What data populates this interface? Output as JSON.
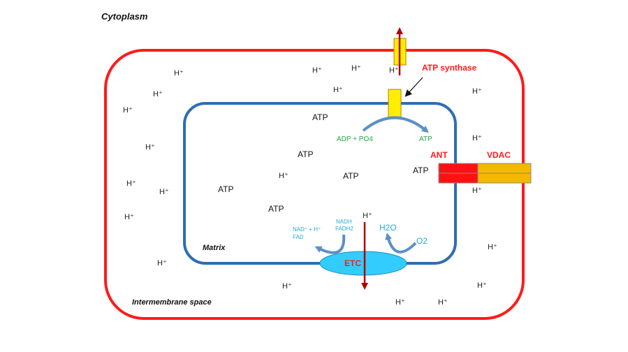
{
  "compartments": {
    "cytoplasm": "Cytoplasm",
    "intermembrane_space": "Intermembrane space",
    "matrix": "Matrix"
  },
  "proteins": {
    "atp_synthase": "ATP synthase",
    "ant": "ANT",
    "vdac": "VDAC",
    "etc": "ETC"
  },
  "reactions": {
    "adp_po4": "ADP + PO4",
    "atp_product": "ATP",
    "nadh": "NADH",
    "fadh2": "FADH2",
    "nad_h": "NAD⁺ + H⁺",
    "fad": "FAD",
    "o2": "O2",
    "h2o": "H2O"
  },
  "atp_labels": [
    "ATP",
    "ATP",
    "ATP",
    "ATP",
    "ATP",
    "ATP"
  ],
  "h_plus": "H⁺",
  "colors": {
    "outer_membrane": "#ff1a1a",
    "inner_membrane": "#2e6db4",
    "synthase": "#ffee00",
    "ant": "#ff1111",
    "vdac": "#f5b800",
    "etc": "#33ccff",
    "arrow_red": "#b00000",
    "arrow_blue": "#5b8fc7",
    "green_text": "#22aa44",
    "cyan_text": "#22aadd"
  }
}
